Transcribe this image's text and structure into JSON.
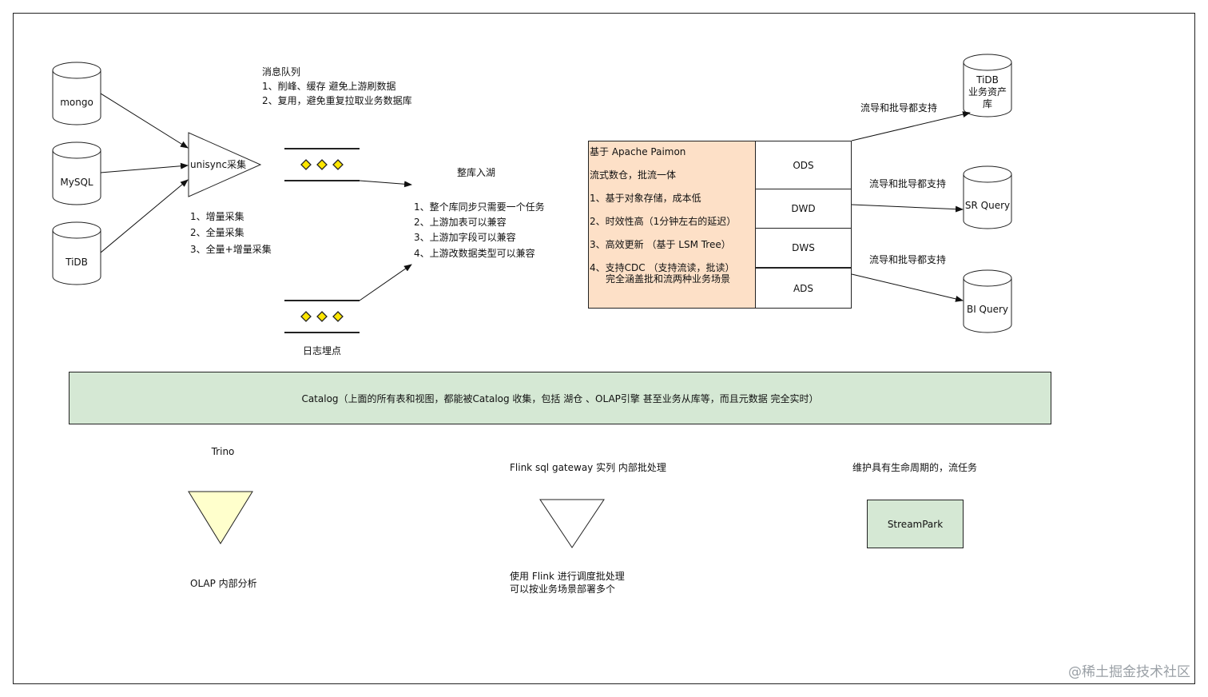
{
  "sources": {
    "mongo": "mongo",
    "mysql": "MySQL",
    "tidb": "TiDB"
  },
  "collector": {
    "label": "unisync采集",
    "notes": [
      "1、增量采集",
      "2、全量采集",
      "3、全量+增量采集"
    ]
  },
  "message_queue": {
    "title": "消息队列",
    "notes": [
      "1、削峰、缓存 避免上游刷数据",
      "2、复用，避免重复拉取业务数据库"
    ]
  },
  "log_tracking": "日志埋点",
  "ingest": {
    "title": "整库入湖",
    "notes": [
      "1、整个库同步只需要一个任务",
      "2、上游加表可以兼容",
      "3、上游加字段可以兼容",
      "4、上游改数据类型可以兼容"
    ]
  },
  "paimon": {
    "lines": [
      "基于 Apache Paimon",
      "流式数仓，批流一体",
      "1、基于对象存储，成本低",
      "2、时效性高（1分钟左右的延迟）",
      "3、高效更新 （基于 LSM Tree）"
    ],
    "line4a": "4、支持CDC （支持流读，批读）",
    "line4b": "完全涵盖批和流两种业务场景"
  },
  "layers": [
    "ODS",
    "DWD",
    "DWS",
    "ADS"
  ],
  "sinks": {
    "tidb_line1": "TiDB",
    "tidb_line2": "业务资产",
    "tidb_line3": "库",
    "sr": "SR Query",
    "bi": "BI Query",
    "edge_label": "流导和批导都支持"
  },
  "catalog": "Catalog（上面的所有表和视图，都能被Catalog 收集，包括 湖仓 、OLAP引擎 甚至业务从库等，而且元数据 完全实时）",
  "trino": {
    "title": "Trino",
    "note": "OLAP 内部分析"
  },
  "flink": {
    "title": "Flink sql gateway 实列  内部批处理",
    "note1": "使用 Flink 进行调度批处理",
    "note2": "可以按业务场景部署多个"
  },
  "streampark": {
    "title": "维护具有生命周期的，流任务",
    "label": "StreamPark"
  },
  "watermark": "@稀土掘金技术社区",
  "colors": {
    "paimon_fill": "#fde0c7",
    "catalog_fill": "#d5e8d4",
    "trino_fill": "#ffffcc",
    "diamond_fill": "#ffe600"
  }
}
